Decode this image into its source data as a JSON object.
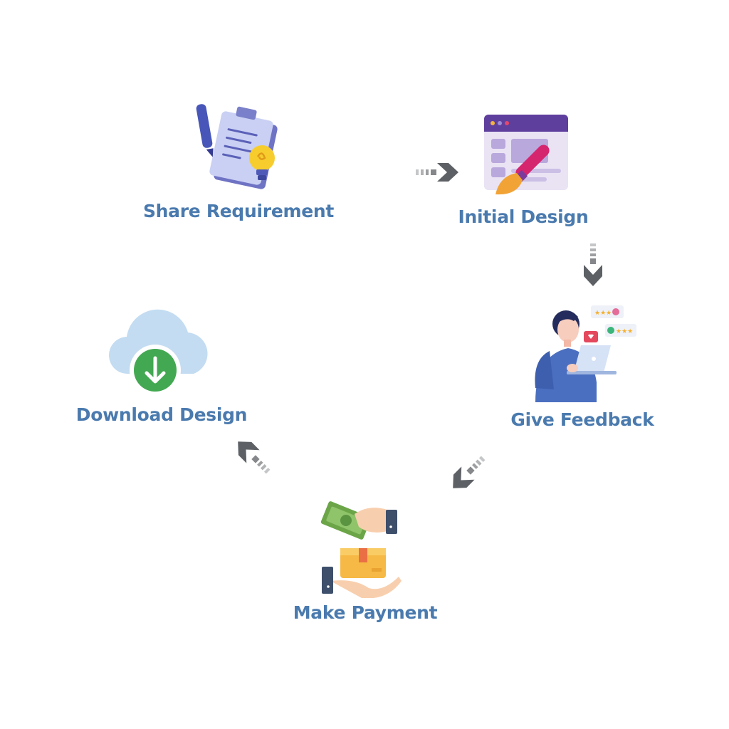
{
  "diagram": {
    "steps": [
      {
        "id": "share",
        "label": "Share Requirement",
        "icon": "clipboard-lightbulb-icon"
      },
      {
        "id": "initial",
        "label": "Initial Design",
        "icon": "browser-paintbrush-icon"
      },
      {
        "id": "feedback",
        "label": "Give Feedback",
        "icon": "person-laptop-reviews-icon"
      },
      {
        "id": "payment",
        "label": "Make Payment",
        "icon": "money-exchange-hands-icon"
      },
      {
        "id": "download",
        "label": "Download Design",
        "icon": "cloud-download-icon"
      }
    ],
    "flow": [
      "share",
      "initial",
      "feedback",
      "payment",
      "download"
    ],
    "colors": {
      "label": "#4a7aae",
      "arrow_dark": "#5d6166",
      "arrow_light": "#b8babc",
      "cloud": "#c3dcf1",
      "download_badge": "#43a852"
    }
  }
}
